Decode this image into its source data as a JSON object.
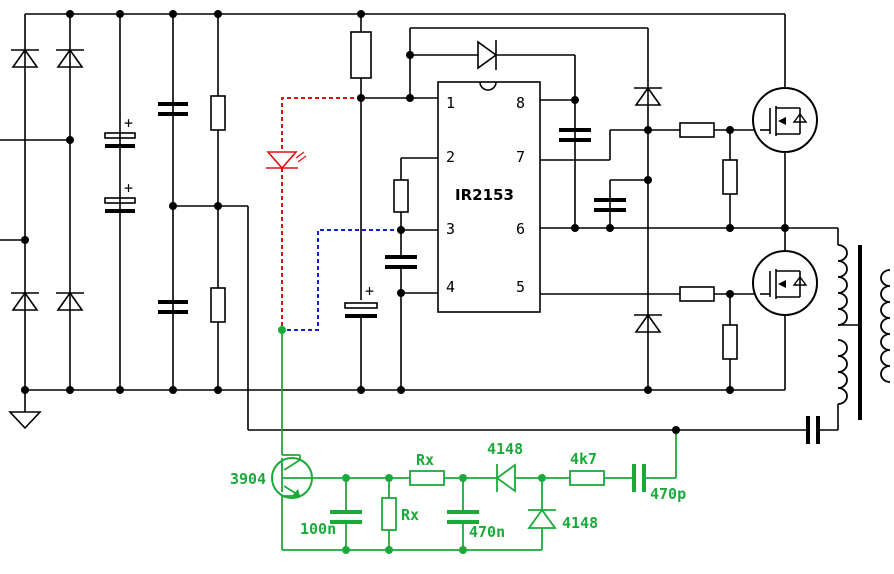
{
  "ic": {
    "name": "IR2153",
    "pins": [
      "1",
      "2",
      "3",
      "4",
      "5",
      "6",
      "7",
      "8"
    ]
  },
  "labels": {
    "transistor": "3904",
    "rx_series": "Rx",
    "rx_shunt": "Rx",
    "cap_100n": "100n",
    "cap_470n": "470n",
    "diode_top": "4148",
    "diode_bottom": "4148",
    "resistor_4k7": "4k7",
    "cap_470p": "470p"
  },
  "colors": {
    "wire": "#000000",
    "added_circuit": "#1aaa3a",
    "led_path": "#e01010",
    "blue_path": "#1020d0"
  }
}
